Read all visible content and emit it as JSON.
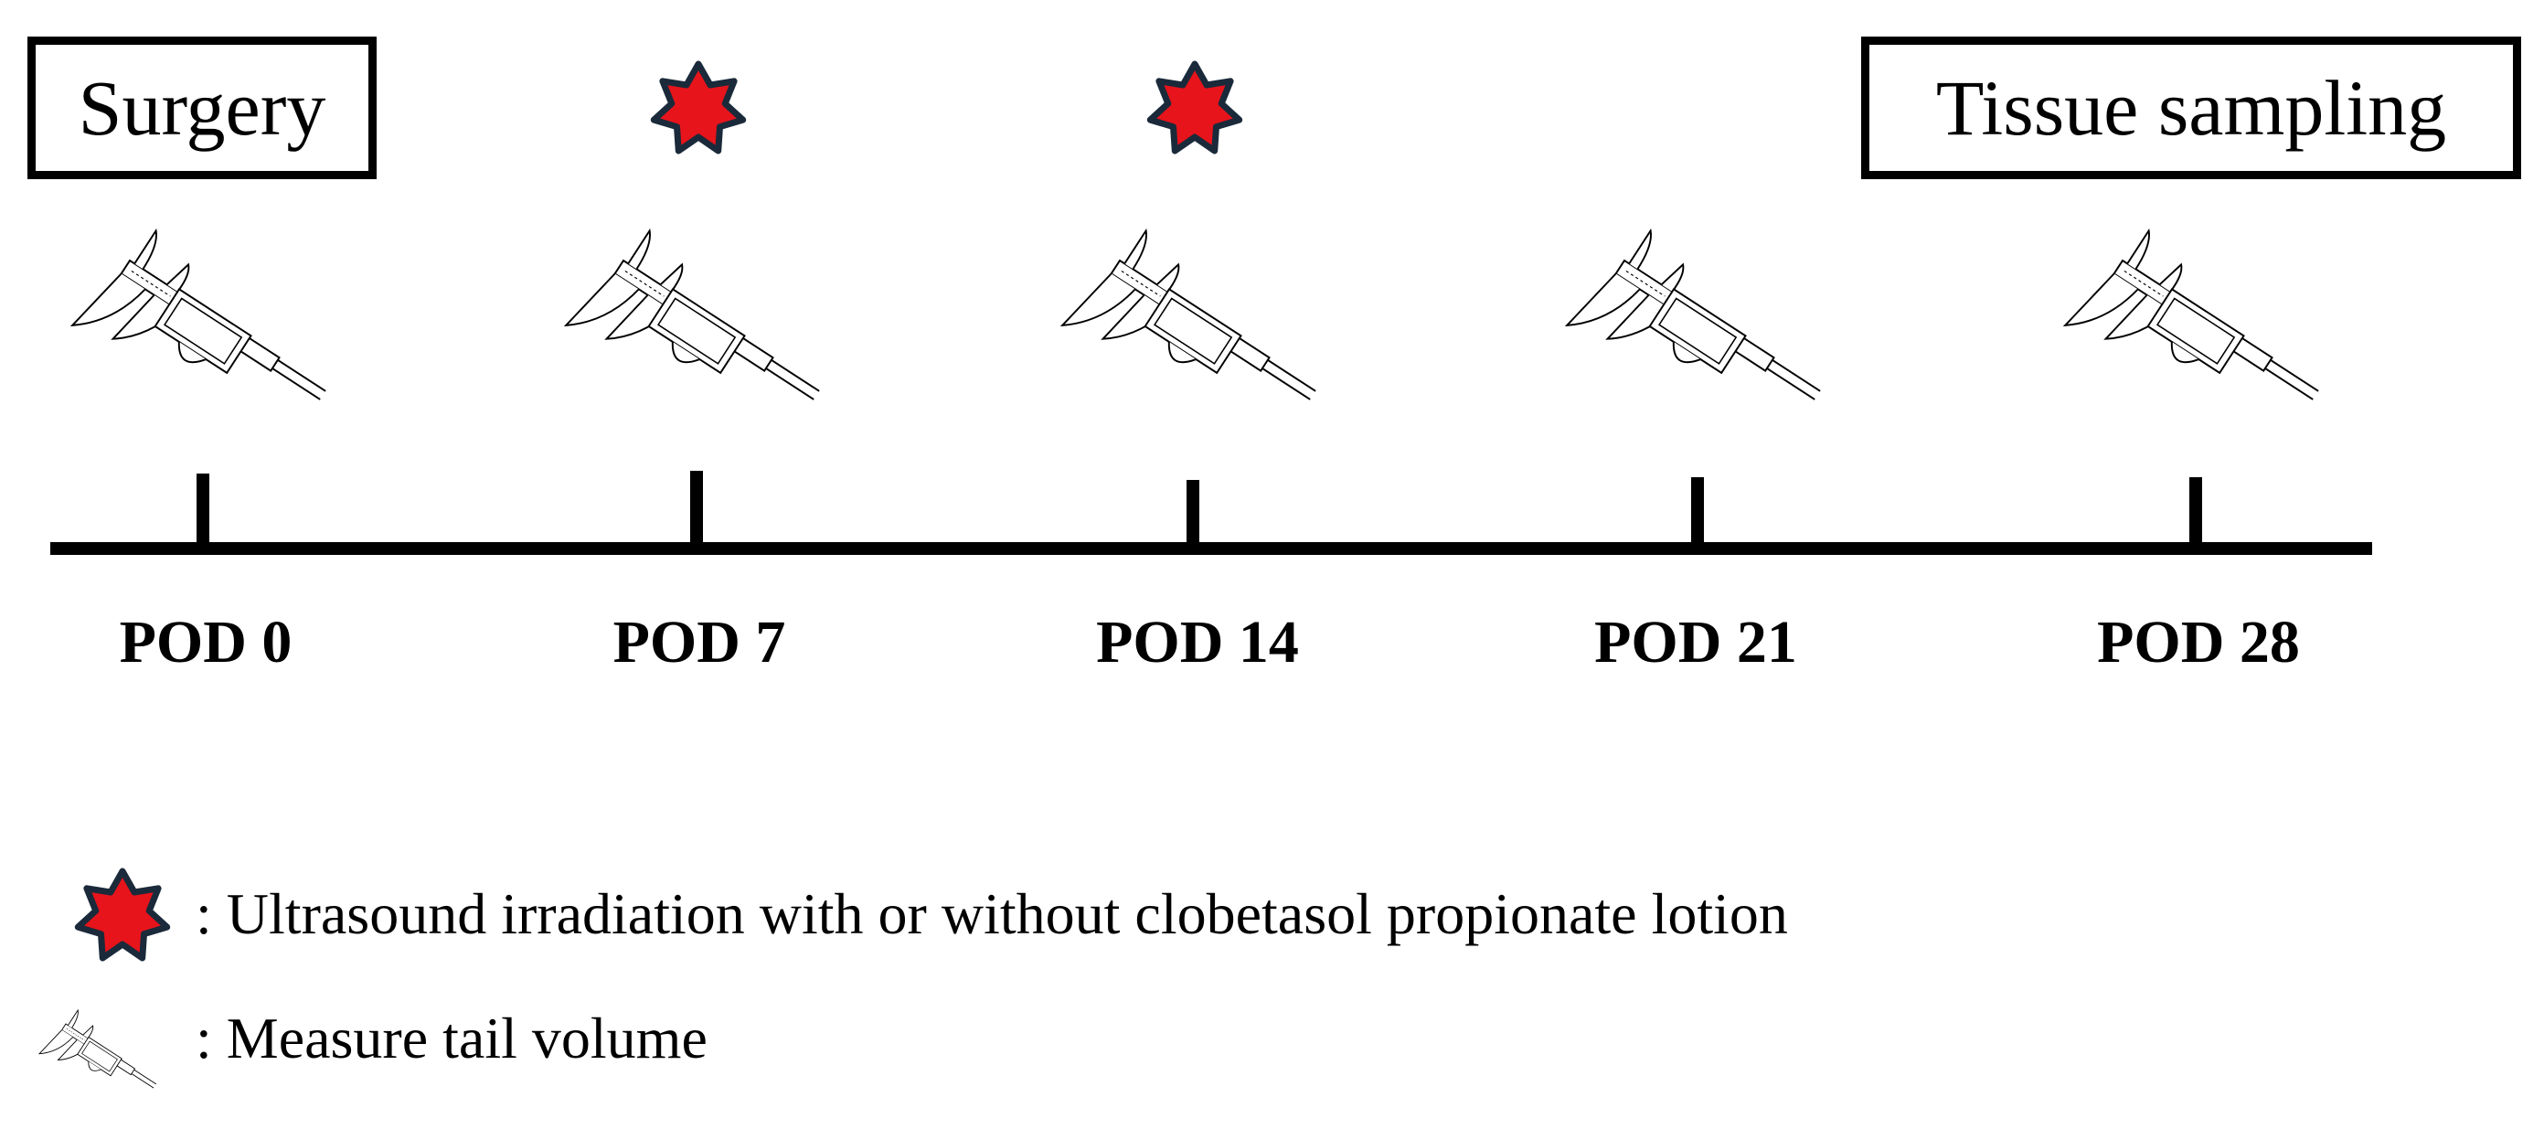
{
  "boxes": {
    "start": "Surgery",
    "end": "Tissue sampling"
  },
  "timeline": {
    "points": [
      {
        "label": "POD 0",
        "irradiation": false,
        "measure": true
      },
      {
        "label": "POD 7",
        "irradiation": true,
        "measure": true
      },
      {
        "label": "POD 14",
        "irradiation": true,
        "measure": true
      },
      {
        "label": "POD 21",
        "irradiation": false,
        "measure": true
      },
      {
        "label": "POD 28",
        "irradiation": false,
        "measure": true
      }
    ]
  },
  "legend": {
    "star_text": ": Ultrasound irradiation with or without clobetasol propionate lotion",
    "caliper_text": ": Measure tail volume"
  },
  "colors": {
    "star_fill": "#e8141b",
    "star_outline": "#1b2a3a",
    "line": "#000000"
  },
  "icons": {
    "irradiation": "star-icon",
    "measure": "caliper-icon"
  }
}
